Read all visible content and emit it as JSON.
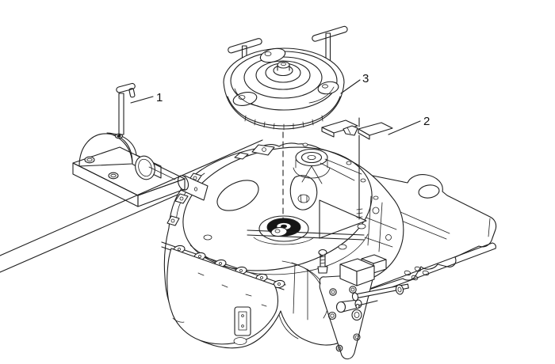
{
  "figure": {
    "kind": "service-manual-line-illustration",
    "background_color": "#ffffff",
    "line_color": "#1f1f1f",
    "stipple_color": "#8a8a8a"
  },
  "callouts": [
    {
      "number": "1"
    },
    {
      "number": "2"
    },
    {
      "number": "3"
    }
  ]
}
